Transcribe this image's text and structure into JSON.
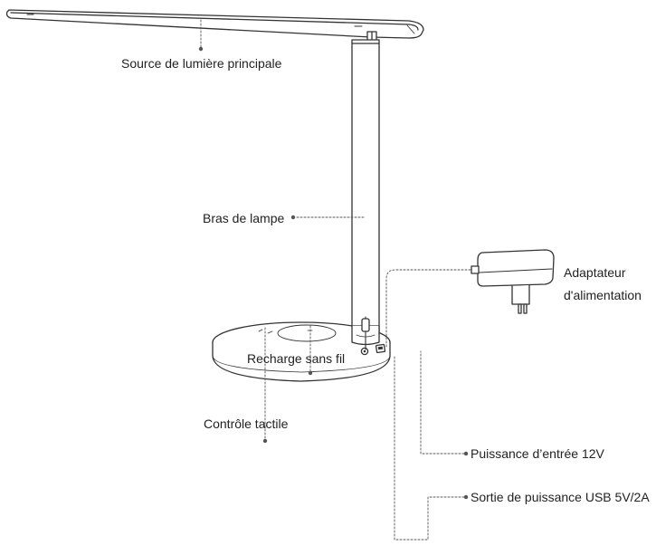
{
  "labels": {
    "main_light": "Source de lumière principale",
    "arm": "Bras de lampe",
    "adapter_line1": "Adaptateur",
    "adapter_line2": "d'alimentation",
    "wireless": "Recharge sans fil",
    "touch": "Contrôle tactile",
    "input_power": "Puissance d’entrée 12V",
    "usb_output": "Sortie de puissance USB 5V/2A"
  },
  "colors": {
    "stroke": "#333333",
    "leader": "#555555",
    "fill": "#ffffff"
  }
}
